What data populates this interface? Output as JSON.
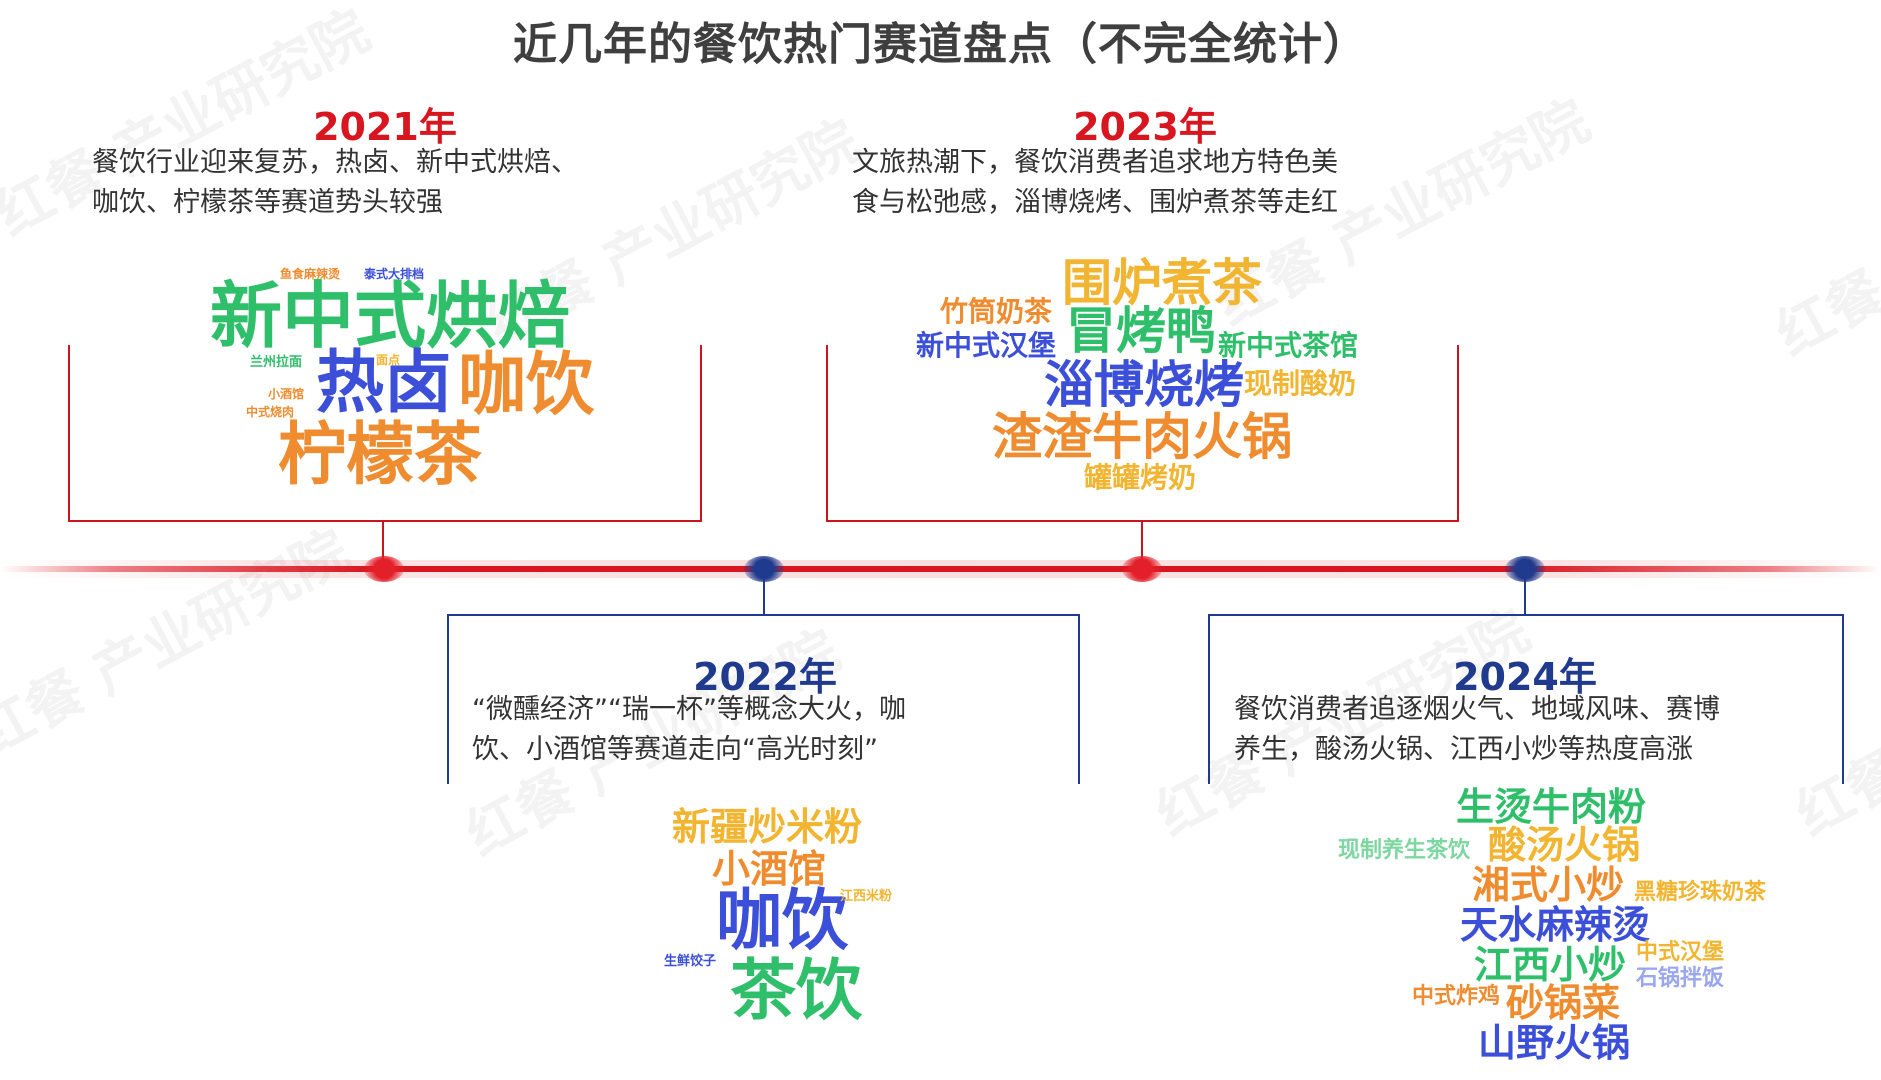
{
  "title": "近几年的餐饮热门赛道盘点（不完全统计）",
  "watermark": "红餐 产业研究院",
  "colors": {
    "red": "#d7161f",
    "navy": "#203a8e",
    "green": "#2fbf6a",
    "blue": "#3b4fd8",
    "orange": "#ef8c2f",
    "yellow": "#f2b531",
    "light_green": "#7ed6a0",
    "light_blue": "#9aa7ee"
  },
  "periods": [
    {
      "year": "2021年",
      "desc_lines": [
        "餐饮行业迎来复苏，热卤、新中式烘焙、",
        "咖饮、柠檬茶等赛道势头较强"
      ],
      "words": [
        {
          "text": "新中式烘焙",
          "color": "green"
        },
        {
          "text": "热卤",
          "color": "blue"
        },
        {
          "text": "咖饮",
          "color": "orange"
        },
        {
          "text": "柠檬茶",
          "color": "orange"
        },
        {
          "text": "鱼食麻辣烫",
          "color": "orange"
        },
        {
          "text": "泰式大排档",
          "color": "blue"
        },
        {
          "text": "兰州拉面",
          "color": "green"
        },
        {
          "text": "小酒馆",
          "color": "orange"
        },
        {
          "text": "中式烧肉",
          "color": "orange"
        },
        {
          "text": "面点",
          "color": "yellow"
        }
      ]
    },
    {
      "year": "2022年",
      "desc_lines": [
        "“微醺经济”“瑞一杯”等概念大火，咖",
        "饮、小酒馆等赛道走向“高光时刻”"
      ],
      "words": [
        {
          "text": "新疆炒米粉",
          "color": "yellow"
        },
        {
          "text": "小酒馆",
          "color": "orange"
        },
        {
          "text": "咖饮",
          "color": "blue"
        },
        {
          "text": "茶饮",
          "color": "green"
        },
        {
          "text": "江西米粉",
          "color": "yellow"
        },
        {
          "text": "生鲜饺子",
          "color": "blue"
        }
      ]
    },
    {
      "year": "2023年",
      "desc_lines": [
        "文旅热潮下，餐饮消费者追求地方特色美",
        "食与松弛感，淄博烧烤、围炉煮茶等走红"
      ],
      "words": [
        {
          "text": "围炉煮茶",
          "color": "yellow"
        },
        {
          "text": "竹筒奶茶",
          "color": "orange"
        },
        {
          "text": "冒烤鸭",
          "color": "green"
        },
        {
          "text": "新中式汉堡",
          "color": "blue"
        },
        {
          "text": "新中式茶馆",
          "color": "green"
        },
        {
          "text": "淄博烧烤",
          "color": "blue"
        },
        {
          "text": "现制酸奶",
          "color": "yellow"
        },
        {
          "text": "渣渣牛肉火锅",
          "color": "orange"
        },
        {
          "text": "罐罐烤奶",
          "color": "yellow"
        }
      ]
    },
    {
      "year": "2024年",
      "desc_lines": [
        "餐饮消费者追逐烟火气、地域风味、赛博",
        "养生，酸汤火锅、江西小炒等热度高涨"
      ],
      "words": [
        {
          "text": "生烫牛肉粉",
          "color": "green"
        },
        {
          "text": "现制养生茶饮",
          "color": "light_green"
        },
        {
          "text": "酸汤火锅",
          "color": "yellow"
        },
        {
          "text": "湘式小炒",
          "color": "orange"
        },
        {
          "text": "黑糖珍珠奶茶",
          "color": "yellow"
        },
        {
          "text": "天水麻辣烫",
          "color": "blue"
        },
        {
          "text": "江西小炒",
          "color": "green"
        },
        {
          "text": "中式汉堡",
          "color": "yellow"
        },
        {
          "text": "石锅拌饭",
          "color": "light_blue"
        },
        {
          "text": "中式炸鸡",
          "color": "orange"
        },
        {
          "text": "砂锅菜",
          "color": "orange"
        },
        {
          "text": "山野火锅",
          "color": "blue"
        }
      ]
    }
  ]
}
